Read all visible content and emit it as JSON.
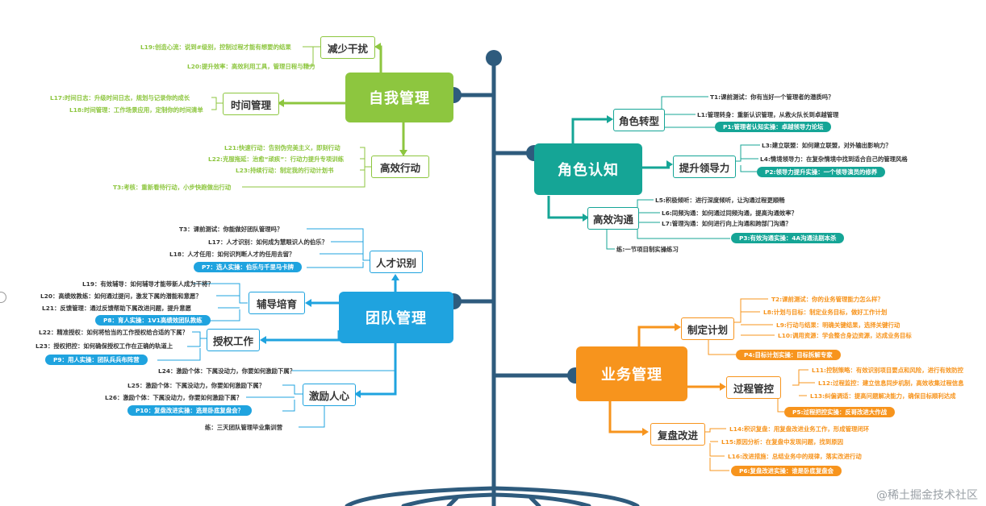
{
  "colors": {
    "green": "#8dc63f",
    "teal": "#15a596",
    "blue": "#1fa3df",
    "orange": "#f7941d",
    "trunk": "#2e5b7d"
  },
  "self": {
    "title": "自我管理",
    "reduce": {
      "title": "减少干扰",
      "items": [
        "L19:创造心流：说到#级别，控制过程才能有想要的结果",
        "L20:提升效率：高效利用工具，管理日程与精力"
      ]
    },
    "time": {
      "title": "时间管理",
      "items": [
        "L17:时间日志：升级时间日志，规划与记录你的成长",
        "L18:时间管理：工作场景应用，定制你的时间清单"
      ]
    },
    "action": {
      "title": "高效行动",
      "items": [
        "L21:快速行动：告别伪完美主义，即刻行动",
        "L22:克服拖延：治愈“顽疾”：行动力提升专项训练",
        "L23:持续行动：制定我的行动计划书"
      ],
      "extra": "T3:考核：重新看待行动，小步快跑做出行动"
    }
  },
  "role": {
    "title": "角色认知",
    "change": {
      "title": "角色转型",
      "items": [
        "T1:课前测试：你有当好一个管理者的潜质吗？",
        "L1:管理转身：重新认识管理，从救火队长到卓越管理"
      ],
      "pill": "P1:管理者认知实操：卓越领导力论坛"
    },
    "lead": {
      "title": "提升领导力",
      "items": [
        "L3:建立联盟：如何建立联盟，对外输出影响力？",
        "L4:情境领导力：在复杂情境中找到适合自己的管理风格"
      ],
      "pill": "P2:领导力提升实操：一个领导演员的修养"
    },
    "comm": {
      "title": "高效沟通",
      "items": [
        "L5:积极倾听：进行深度倾听，让沟通过程更顺畅",
        "L6:同频沟通：如何通过同频沟通，提高沟通效率？",
        "L7:管理沟通：如何进行向上沟通和跨部门沟通？"
      ],
      "pill": "P3:有效沟通实操：4A沟通法剧本杀",
      "extra": "练:一节项目制实操练习"
    }
  },
  "team": {
    "title": "团队管理",
    "talent": {
      "title": "人才识别",
      "items": [
        "T3：课前测试：你能做好团队管理吗？",
        "L17：人才识别：如何成为慧眼识人的伯乐？",
        "L18：人才任用：如何识判断人才的任用去留？"
      ],
      "pill": "P7：选人实操：伯乐与千里马卡牌"
    },
    "coach": {
      "title": "辅导培育",
      "items": [
        "L19：有效辅导：如何辅导才能带新人成为干将？",
        "L20：高绩效教练：如何通过提问，激发下属的潜能和意愿？",
        "L21：反馈管理：通过反馈帮助下属改进问题，提升意愿"
      ],
      "pill": "P8：育人实操：1V1高绩效团队教练"
    },
    "delegate": {
      "title": "授权工作",
      "items": [
        "L22：精准授权：如何将恰当的工作授权给合适的下属？",
        "L23：授权把控：如何确保授权工作在正确的轨道上"
      ],
      "pill": "P9：用人实操：团队兵兵布阵营"
    },
    "motivate": {
      "title": "激励人心",
      "pre": "L24：激励个体：下属没动力，你要如何激励下属？",
      "items": [
        "L25：激励个体：下属没动力，你要如何激励下属？",
        "L26：激励个体：下属没动力，你要如何激励下属？"
      ],
      "pill": "P10：复盘改进实操：逃是卧底复盘会？",
      "extra": "练：三天团队管理毕业集训营"
    }
  },
  "biz": {
    "title": "业务管理",
    "plan": {
      "title": "制定计划",
      "items": [
        "T2:课前测试：你的业务管理能力怎么样？",
        "L8:计划与目标：制定业务目标，做好工作计划",
        "L9:行动与结果：明确关键结果，选择关键行动",
        "L10:调用资源：学会整合身边资源，达成业务目标"
      ],
      "pill": "P4:目标计划实操：目标拆解专家"
    },
    "process": {
      "title": "过程管控",
      "items": [
        "L11:控制策略：有效识别项目要点和风险，进行有效防控",
        "L12:过程监控：建立信息同步机制，高效收集过程信息",
        "L13:纠偏调适：提高问题解决能力，确保目标顺利达成"
      ],
      "pill": "P5:过程把控实操：反哥改进大作战"
    },
    "review": {
      "title": "复盘改进",
      "items": [
        "L14:积识复盘：用复盘改进业务工作，形成管理闭环",
        "L15:原因分析：在复盘中发现问题，找到原因",
        "L16:改进措施：总结业务中的规律，落实改进行动"
      ],
      "pill": "P6:复盘改进实操：谁是卧底复盘会"
    }
  },
  "watermark": "@稀土掘金技术社区"
}
